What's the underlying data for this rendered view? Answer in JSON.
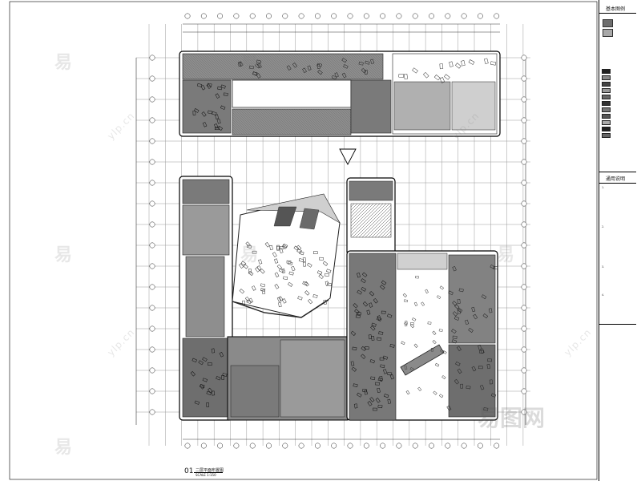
{
  "drawing": {
    "number": "01",
    "title": "二层平面布置图",
    "scale": "SCALE 1:150"
  },
  "legend": {
    "title": "基本图例",
    "area_swatches": [
      {
        "label": "",
        "color": "#6d6d6d"
      },
      {
        "label": "",
        "color": "#a9a9a9"
      }
    ],
    "symbol_rows": [
      {
        "label": "",
        "color": "#222222"
      },
      {
        "label": "",
        "color": "#888888"
      },
      {
        "label": "",
        "color": "#444444"
      },
      {
        "label": "",
        "color": "#999999"
      },
      {
        "label": "",
        "color": "#666666"
      },
      {
        "label": "",
        "color": "#333333"
      },
      {
        "label": "",
        "color": "#777777"
      },
      {
        "label": "",
        "color": "#555555"
      },
      {
        "label": "",
        "color": "#aaaaaa"
      },
      {
        "label": "",
        "color": "#222222"
      },
      {
        "label": "",
        "color": "#666666"
      }
    ]
  },
  "notes": {
    "title": "通用说明",
    "items": [
      "1.",
      "2.",
      "3.",
      "4."
    ]
  },
  "watermark": {
    "glyph": "易",
    "site": "ylp.cn",
    "logo": "易图网"
  },
  "colors": {
    "fill_dark": "#6f6f6f",
    "fill_mid": "#8a8a8a",
    "fill_light": "#b5b5b5",
    "line": "#222222",
    "grid": "#9a9a9a"
  }
}
